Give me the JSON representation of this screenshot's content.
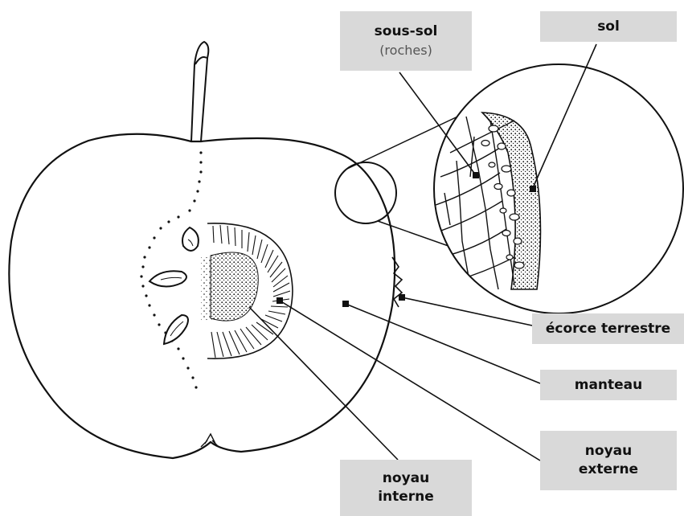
{
  "labels": {
    "sous_sol": "sous-sol",
    "sous_sol_sub": "(roches)",
    "sol": "sol",
    "ecorce": "écorce terrestre",
    "manteau": "manteau",
    "noyau_externe_1": "noyau",
    "noyau_externe_2": "externe",
    "noyau_interne_1": "noyau",
    "noyau_interne_2": "interne"
  },
  "colors": {
    "label_bg": "#d9d9d9",
    "ink": "#111111"
  }
}
